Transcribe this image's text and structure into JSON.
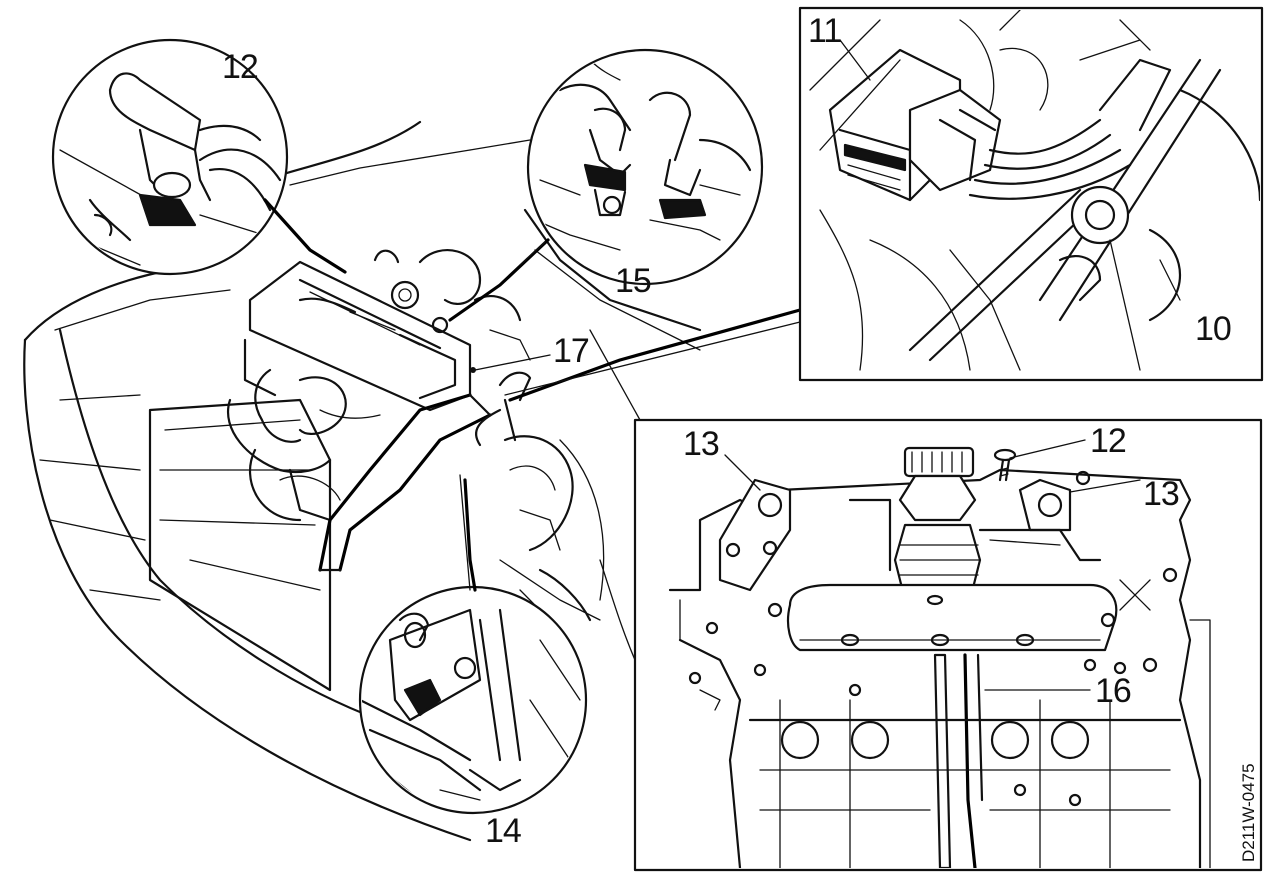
{
  "figure": {
    "doc_id": "D211W-0475"
  },
  "callouts": {
    "c10": "10",
    "c11": "11",
    "c12_detail": "12",
    "c12_inset": "12",
    "c13_left": "13",
    "c13_right": "13",
    "c14": "14",
    "c15": "15",
    "c16": "16",
    "c17": "17"
  }
}
